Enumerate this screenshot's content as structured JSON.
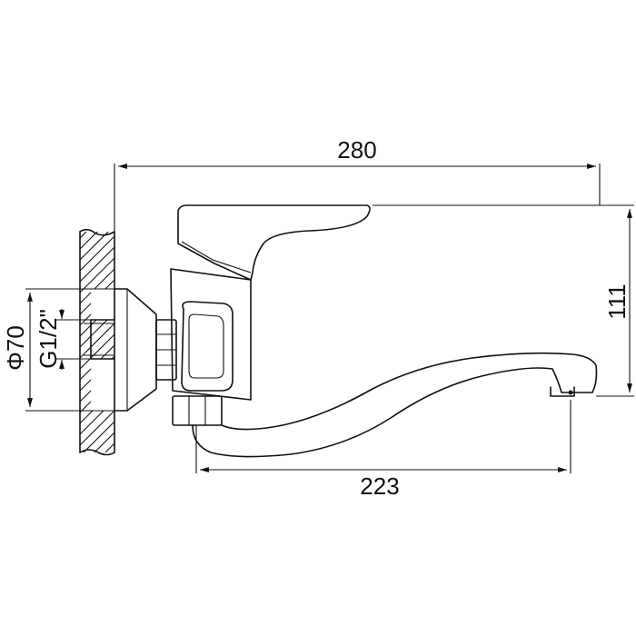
{
  "dimensions": {
    "overall_length": "280",
    "spout_reach": "223",
    "height": "111",
    "flange_diameter": "Φ70",
    "thread_size": "G1/2\""
  }
}
